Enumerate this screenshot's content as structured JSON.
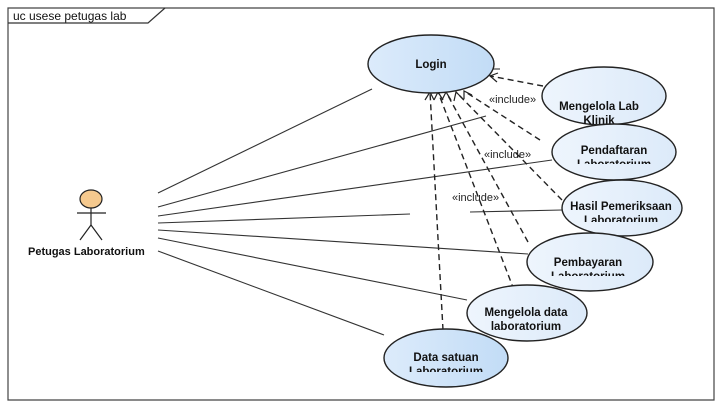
{
  "frame": {
    "title": "uc  usese  petugas  lab"
  },
  "actor": {
    "name": "Petugas Laboratorium",
    "head_color": "#F5C98E"
  },
  "colors": {
    "usecase_fill_light": "#E9F3FD",
    "usecase_fill_dark": "#C7DFF7",
    "stroke": "#222222"
  },
  "use_cases": [
    {
      "id": "login",
      "line1": "Login",
      "line2": ""
    },
    {
      "id": "mengelola-lab-klinik",
      "line1": "Mengelola  Lab",
      "line2": "Klinik"
    },
    {
      "id": "pendaftaran-laboratorium",
      "line1": "Pendaftaran",
      "line2": "Laboratorium"
    },
    {
      "id": "hasil-pemeriksaan-laboratorium",
      "line1": "Hasil Pemeriksaan",
      "line2": "Laboratorium"
    },
    {
      "id": "pembayaran-laboratorium",
      "line1": "Pembayaran",
      "line2": "Laboratorium"
    },
    {
      "id": "mengelola-data-laboratorium",
      "line1": "Mengelola data",
      "line2": "laboratorium"
    },
    {
      "id": "data-satuan-laboratorium",
      "line1": "Data satuan",
      "line2": "Laboratorium"
    }
  ],
  "relations": {
    "include_label": "«include»",
    "associations": [
      "login",
      "mengelola-lab-klinik",
      "pendaftaran-laboratorium",
      "hasil-pemeriksaan-laboratorium",
      "pembayaran-laboratorium",
      "mengelola-data-laboratorium",
      "data-satuan-laboratorium"
    ],
    "includes": [
      {
        "from": "mengelola-lab-klinik",
        "to": "login"
      },
      {
        "from": "pendaftaran-laboratorium",
        "to": "login"
      },
      {
        "from": "hasil-pemeriksaan-laboratorium",
        "to": "login"
      },
      {
        "from": "pembayaran-laboratorium",
        "to": "login"
      },
      {
        "from": "mengelola-data-laboratorium",
        "to": "login"
      },
      {
        "from": "data-satuan-laboratorium",
        "to": "login"
      }
    ]
  }
}
